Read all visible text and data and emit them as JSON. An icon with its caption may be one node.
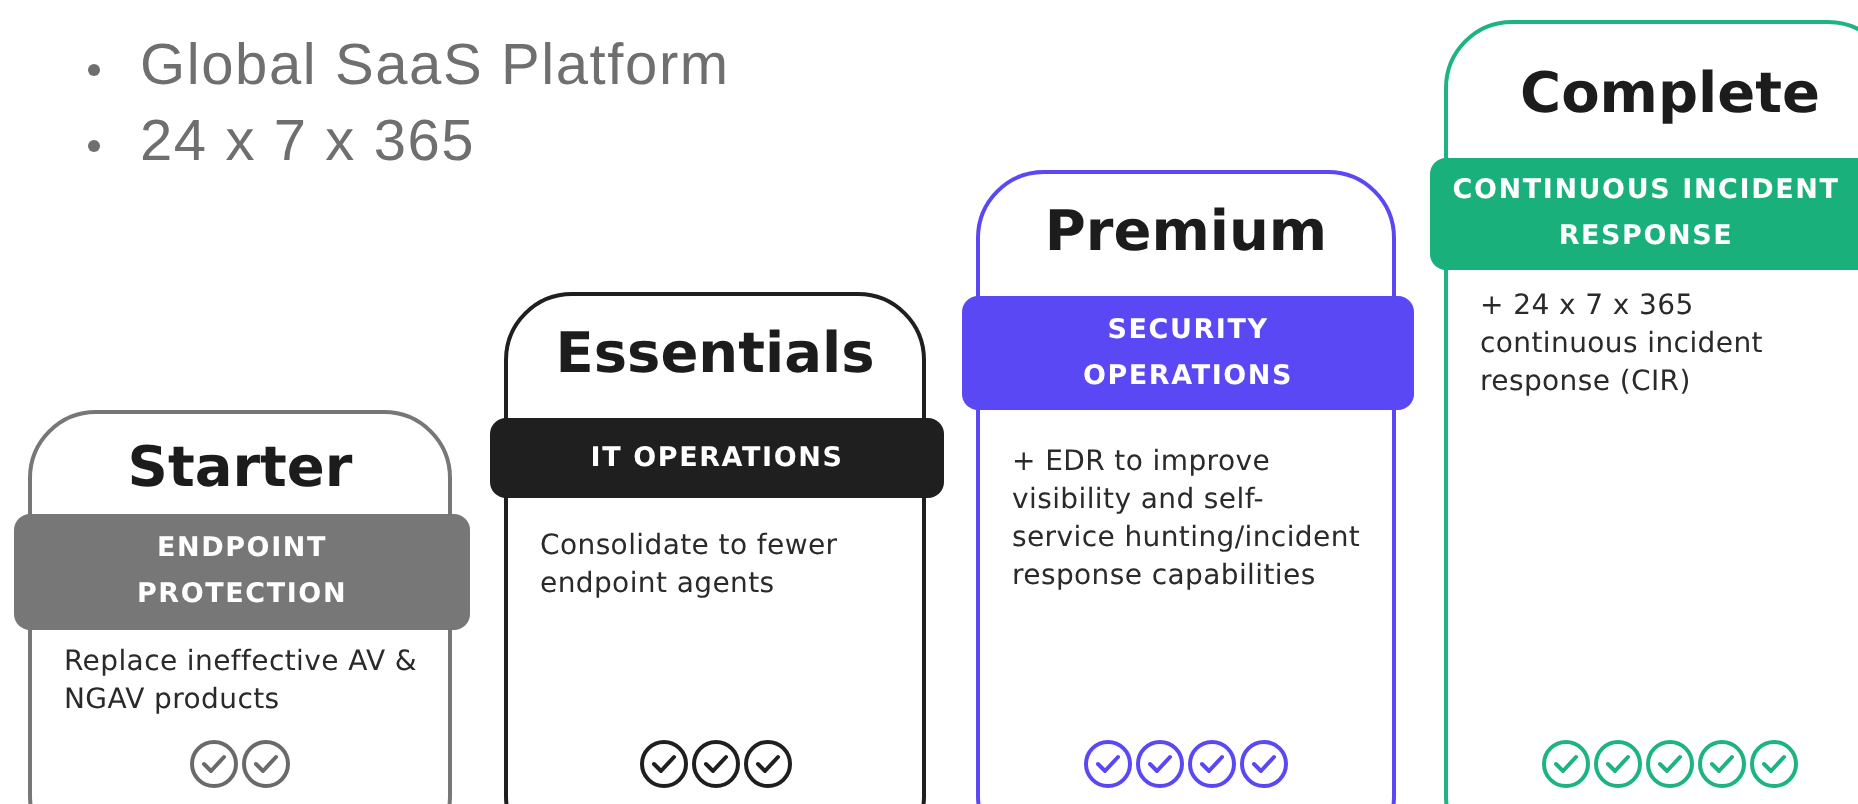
{
  "diagram": {
    "nodes": [
      {
        "text": [
          "Starter",
          "ENDPOINT PROTECTION",
          "Replace ineffective AV & NGAV products"
        ]
      },
      {
        "text": [
          "Essentials",
          "IT OPERATIONS",
          "Consolidate to fewer endpoint agents"
        ]
      },
      {
        "text": [
          "Premium",
          "SECURITY OPERATIONS",
          "+ EDR to improve visibility and self-service hunting/incident response capabilities"
        ]
      },
      {
        "text": [
          "Complete",
          "CONTINUOUS INCIDENT RESPONSE",
          "+ 24 x 7 x 365 continuous incident response (CIR)"
        ]
      }
    ],
    "labels": [
      "Global SaaS Platform",
      "24 x 7 x 365"
    ]
  }
}
